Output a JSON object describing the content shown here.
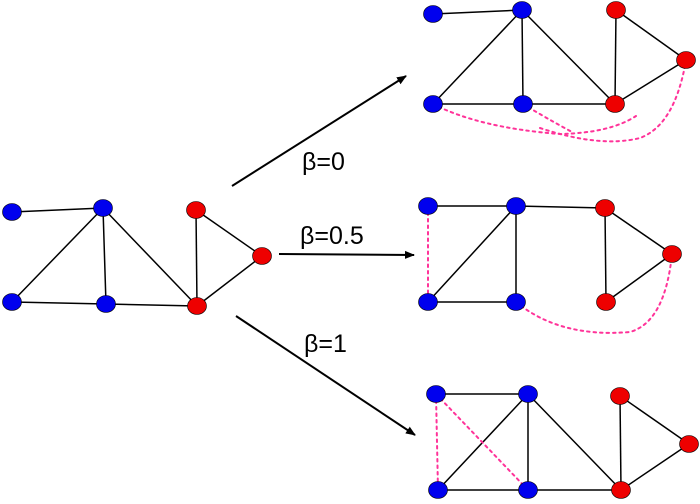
{
  "labels": {
    "beta_zero": "β=0",
    "beta_half": "β=0.5",
    "beta_one": "β=1"
  },
  "colors": {
    "blue_node": "#0000ee",
    "red_node": "#ee0000",
    "edge": "#000000",
    "dotted_edge": "#ff3399"
  }
}
